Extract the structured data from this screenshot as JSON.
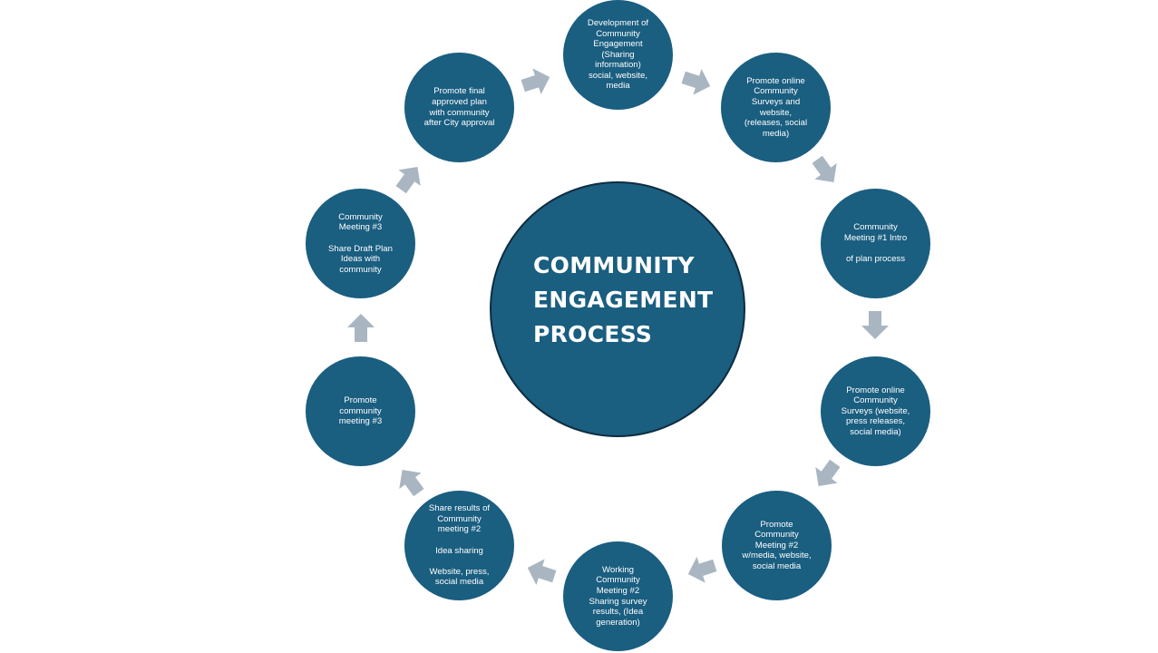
{
  "hub": {
    "title": "COMMUNITY\nENGAGEMENT\nPROCESS"
  },
  "colors": {
    "node_fill": "#1a5e80",
    "hub_border": "#0d2d40",
    "arrow_fill": "#a9b6c2",
    "text": "#ffffff"
  },
  "steps": [
    {
      "text": "Development of\nCommunity\nEngagement\n(Sharing\ninformation)\nsocial, website,\nmedia"
    },
    {
      "text": "Promote online\nCommunity\nSurveys and\nwebsite,\n(releases, social\nmedia)"
    },
    {
      "text": "Community\nMeeting #1 Intro\n\nof plan process"
    },
    {
      "text": "Promote online\nCommunity\nSurveys (website,\npress releases,\nsocial media)"
    },
    {
      "text": "Promote\nCommunity\nMeeting #2\nw/media, website,\nsocial media"
    },
    {
      "text": "Working\nCommunity\nMeeting #2\nSharing survey\nresults, (Idea\ngeneration)"
    },
    {
      "text": "Share results of\nCommunity\nmeeting #2\n\nIdea sharing\n\nWebsite, press,\nsocial media"
    },
    {
      "text": "Promote\ncommunity\nmeeting #3"
    },
    {
      "text": "Community\nMeeting #3\n\nShare Draft Plan\nIdeas with\ncommunity"
    },
    {
      "text": "Promote final\napproved plan\nwith community\nafter City approval"
    }
  ],
  "arrows": [
    {
      "name": "arrow-step1-to-step2",
      "direction_deg": 18
    },
    {
      "name": "arrow-step2-to-step3",
      "direction_deg": 54
    },
    {
      "name": "arrow-step3-to-step4",
      "direction_deg": 90
    },
    {
      "name": "arrow-step4-to-step5",
      "direction_deg": 126
    },
    {
      "name": "arrow-step5-to-step6",
      "direction_deg": 162
    },
    {
      "name": "arrow-step6-to-step7",
      "direction_deg": 198
    },
    {
      "name": "arrow-step7-to-step8",
      "direction_deg": 234
    },
    {
      "name": "arrow-step8-to-step9",
      "direction_deg": 270
    },
    {
      "name": "arrow-step9-to-step10",
      "direction_deg": 306
    },
    {
      "name": "arrow-step10-to-step1",
      "direction_deg": 342
    }
  ]
}
